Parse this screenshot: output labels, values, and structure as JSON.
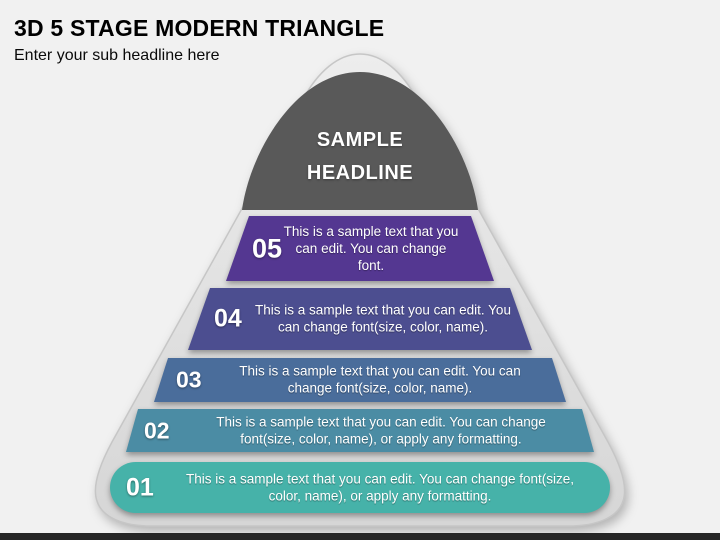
{
  "slide": {
    "title": "3D 5 STAGE MODERN TRIANGLE",
    "subtitle": "Enter your sub headline here",
    "background_color": "#f1f1f1"
  },
  "pyramid": {
    "headline": "SAMPLE HEADLINE",
    "cap_color": "#595959",
    "outline_color": "#e2e2e2",
    "stages": [
      {
        "number": "05",
        "color": "#543791",
        "text": "This is a sample text that you can edit. You can change font."
      },
      {
        "number": "04",
        "color": "#4c4e90",
        "text": "This is a sample text that you can edit. You can change font(size, color, name)."
      },
      {
        "number": "03",
        "color": "#4a6d9b",
        "text": "This is a sample text that you can edit. You can change font(size, color, name)."
      },
      {
        "number": "02",
        "color": "#4b8ca4",
        "text": "This is a sample text that you can edit. You can change font(size, color, name), or apply any formatting."
      },
      {
        "number": "01",
        "color": "#46b2a9",
        "text": "This is a sample text that you can edit. You can change font(size, color, name), or apply any formatting."
      }
    ]
  },
  "footer": {
    "bar_color": "#262626"
  }
}
